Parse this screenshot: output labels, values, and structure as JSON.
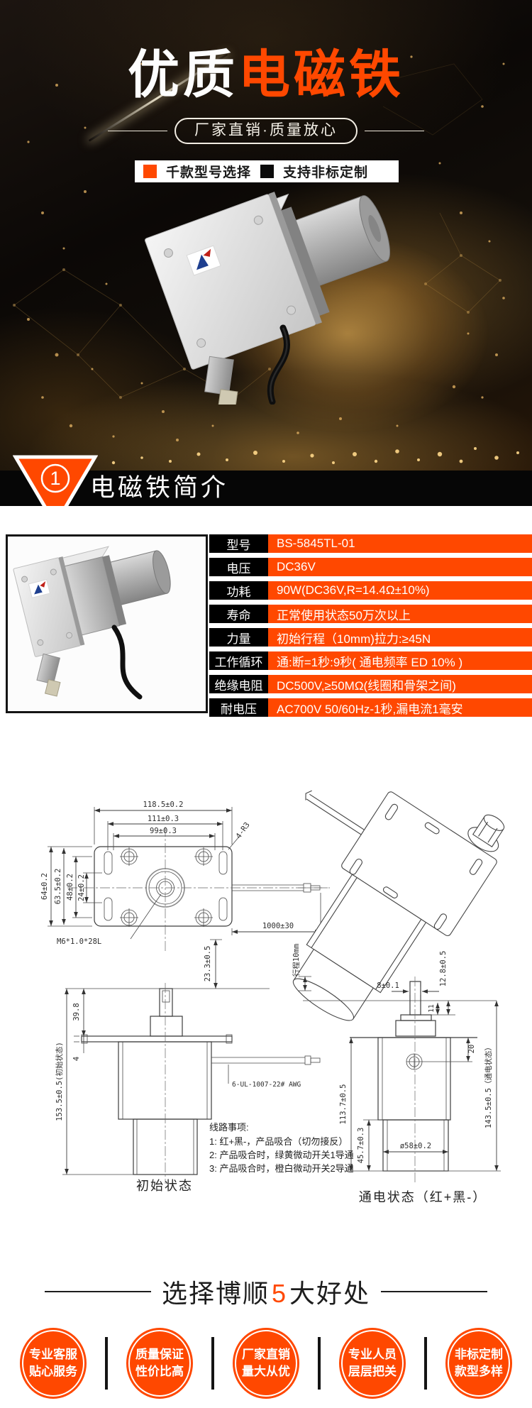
{
  "theme": {
    "accent": "#ff4800",
    "hero_bg": "#0b0806",
    "bar_bg": "#060606"
  },
  "hero": {
    "title_white": "优质",
    "title_accent": "电磁铁",
    "subtitle": "厂家直销·质量放心",
    "feature_left": "千款型号选择",
    "feature_right": "支持非标定制"
  },
  "section_intro": {
    "number": "1",
    "title": "电磁铁简介"
  },
  "spec_table": {
    "rows": [
      {
        "label": "型号",
        "value": "BS-5845TL-01"
      },
      {
        "label": "电压",
        "value": "DC36V"
      },
      {
        "label": "功耗",
        "value": "90W(DC36V,R=14.4Ω±10%)"
      },
      {
        "label": "寿命",
        "value": "正常使用状态50万次以上"
      },
      {
        "label": "力量",
        "value": "初始行程（10mm)拉力:≥45N"
      },
      {
        "label": "工作循环",
        "value": "通:断=1秒:9秒( 通电频率 ED 10% )"
      },
      {
        "label": "绝缘电阻",
        "value": "DC500V,≥50MΩ(线圈和骨架之间)"
      },
      {
        "label": "耐电压",
        "value": "AC700V 50/60Hz-1秒,漏电流1毫安"
      }
    ]
  },
  "drawings": {
    "plan": {
      "w1": "118.5±0.2",
      "w2": "111±0.3",
      "w3": "99±0.3",
      "corner": "4-R3",
      "h1": "64±0.2",
      "h2": "63.5±0.2",
      "h3": "48±0.2",
      "h4": "24±0.2",
      "thread": "M6*1.0*28L",
      "cable": "1000±30",
      "plunger": "23.3±0.5"
    },
    "initial": {
      "d_top": "39.8",
      "d_plate": "4",
      "total": "153.5±0.5(初始状态)",
      "wire": "6-UL-1007-22# AWG",
      "caption": "初始状态",
      "notes": [
        "线路事项:",
        "1: 红+黑-，产品吸合（切勿接反）",
        "2: 产品吸合时，绿黄微动开关1导通",
        "3: 产品吸合时，橙白微动开关2导通"
      ]
    },
    "energized": {
      "stroke": "行程10mm",
      "d1": "8±0.1",
      "d2": "12.8±0.5",
      "d3": "11",
      "d4": "20",
      "d5": "113.7±0.5",
      "d6": "45.7±0.3",
      "d7": "ø58±0.2",
      "total": "143.5±0.5（通电状态）",
      "caption": "通电状态（红+黑-）"
    }
  },
  "benefits": {
    "heading": {
      "pre": "选择博顺",
      "num": "5",
      "post": "大好处"
    },
    "items": [
      {
        "line1": "专业客服",
        "line2": "贴心服务"
      },
      {
        "line1": "质量保证",
        "line2": "性价比高"
      },
      {
        "line1": "厂家直销",
        "line2": "量大从优"
      },
      {
        "line1": "专业人员",
        "line2": "层层把关"
      },
      {
        "line1": "非标定制",
        "line2": "款型多样"
      }
    ]
  }
}
